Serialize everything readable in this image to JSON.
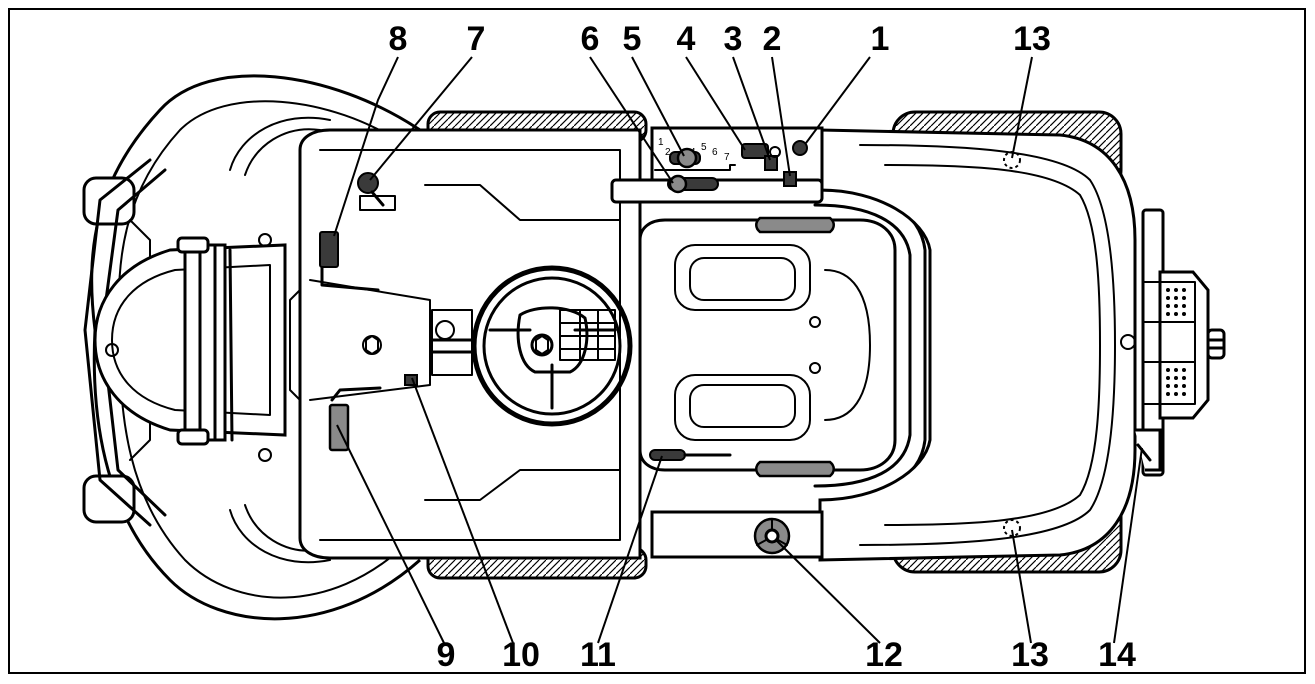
{
  "diagram": {
    "callouts": [
      {
        "id": "1",
        "label": "1"
      },
      {
        "id": "2",
        "label": "2"
      },
      {
        "id": "3",
        "label": "3"
      },
      {
        "id": "4",
        "label": "4"
      },
      {
        "id": "5",
        "label": "5"
      },
      {
        "id": "6",
        "label": "6"
      },
      {
        "id": "7",
        "label": "7"
      },
      {
        "id": "8",
        "label": "8"
      },
      {
        "id": "9",
        "label": "9"
      },
      {
        "id": "10",
        "label": "10"
      },
      {
        "id": "11",
        "label": "11"
      },
      {
        "id": "12",
        "label": "12"
      },
      {
        "id": "13a",
        "label": "13"
      },
      {
        "id": "13b",
        "label": "13"
      },
      {
        "id": "14",
        "label": "14"
      }
    ],
    "cut_height_scale": [
      "1",
      "2",
      "3",
      "4",
      "5",
      "6",
      "7"
    ]
  }
}
